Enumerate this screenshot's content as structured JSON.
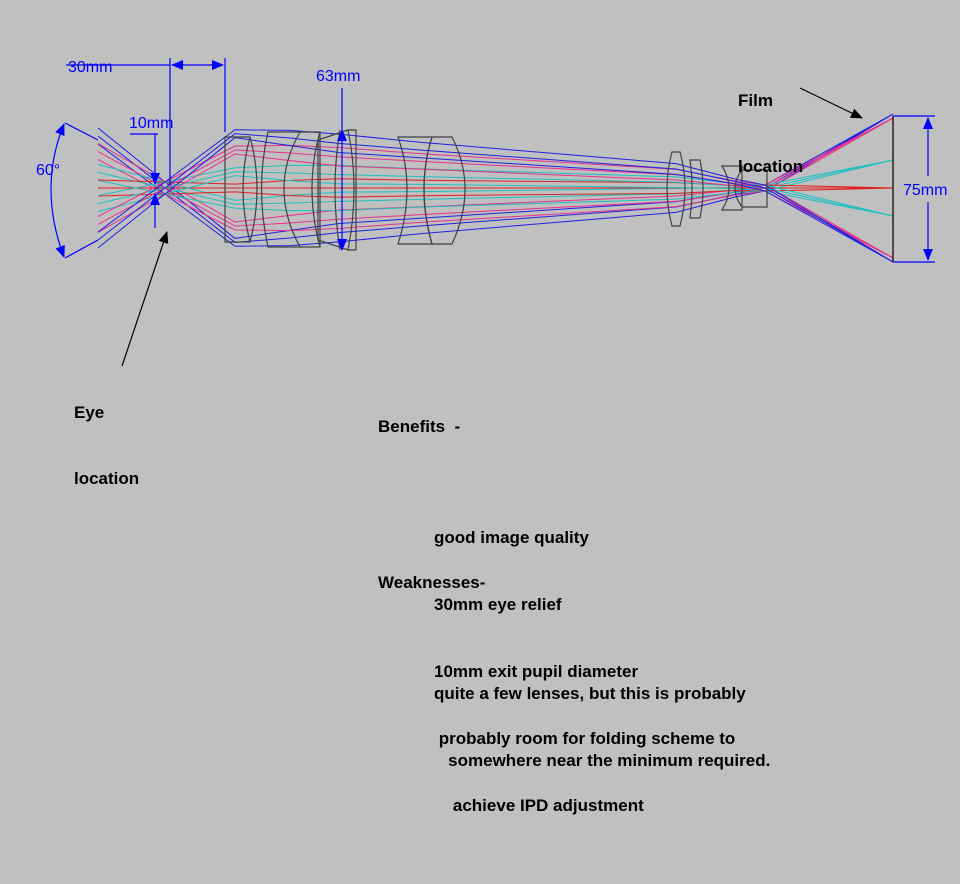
{
  "dimensions": {
    "eye_relief": "30mm",
    "pupil": "10mm",
    "aperture": "63mm",
    "field_angle": "60°",
    "image_height": "75mm"
  },
  "labels": {
    "film_line1": "Film",
    "film_line2": "location",
    "eye_line1": "Eye",
    "eye_line2": "location"
  },
  "benefits": {
    "heading": "Benefits  -",
    "items": [
      "good image quality",
      "30mm eye relief",
      "10mm exit pupil diameter",
      " probably room for folding scheme to",
      "    achieve IPD adjustment"
    ]
  },
  "weaknesses": {
    "heading": "Weaknesses-",
    "items": [
      "quite a few lenses, but this is probably",
      "   somewhere near the minimum required."
    ]
  },
  "colors": {
    "background": "#c0c0c0",
    "dimension": "#0000ff",
    "ray_magenta": "#e8308a",
    "ray_blue": "#2020e0",
    "ray_cyan": "#20c0c0",
    "ray_red": "#e02020",
    "lens": "#404040"
  }
}
